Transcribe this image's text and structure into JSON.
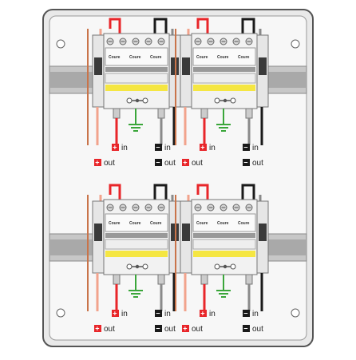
{
  "colors": {
    "positive_wire": "#e8262a",
    "negative_wire": "#1a1a1a",
    "output_wire_pos": "#f2a38c",
    "output_wire_neg": "#8a8a8a",
    "ground": "#3aa63a",
    "rail": "#b5b5b5",
    "module_body": "#f2f2f2",
    "yellow_band": "#f5e642",
    "label_red": "#e8262a",
    "label_black": "#1a1a1a"
  },
  "labels": {
    "plus_in": "in",
    "minus_in": "in",
    "plus_out": "out",
    "minus_out": "out",
    "plus_sign": "+",
    "minus_sign": "−"
  },
  "module_label_text": "Coure",
  "icons": [
    "screw-icon",
    "ground-icon",
    "mounting-hole-icon",
    "fuse-icon"
  ]
}
